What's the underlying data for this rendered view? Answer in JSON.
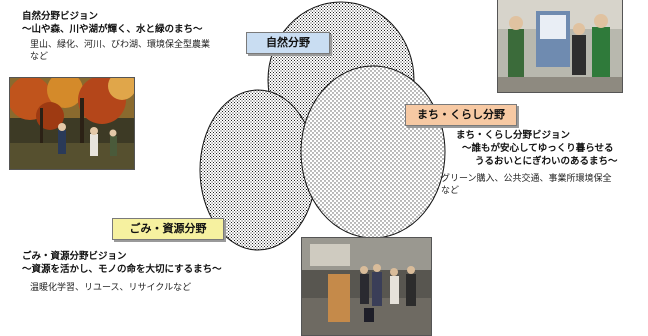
{
  "diagram": {
    "fields": {
      "nature": {
        "label": "自然分野",
        "vision_title": "自然分野ビジョン",
        "vision_lines": [
          "～山や森、川や湖が輝く、水と緑のまち～"
        ],
        "examples": [
          "里山、緑化、河川、びわ湖、環境保全型農業",
          "など"
        ],
        "label_color": "#c9ddf2"
      },
      "town": {
        "label": "まち・くらし分野",
        "vision_title": "まち・くらし分野ビジョン",
        "vision_lines": [
          "～誰もが安心してゆっくり暮らせる",
          "うるおいとにぎわいのあるまち～"
        ],
        "examples": [
          "グリーン購入、公共交通、事業所環境保全",
          "など"
        ],
        "label_color": "#f7c9a3"
      },
      "waste": {
        "label": "ごみ・資源分野",
        "vision_title": "ごみ・資源分野ビジョン",
        "vision_lines": [
          "～資源を活かし、モノの命を大切にするまち～"
        ],
        "examples": [
          "温暖化学習、リユース、リサイクルなど"
        ],
        "label_color": "#f6f1a0"
      }
    }
  }
}
